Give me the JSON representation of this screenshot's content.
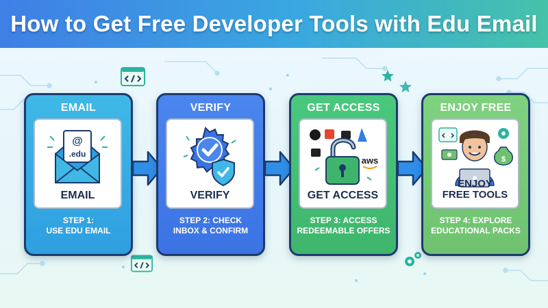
{
  "banner": {
    "title": "How to Get Free Developer Tools with Edu Email"
  },
  "steps": [
    {
      "title": "EMAIL",
      "panel_label": "EMAIL",
      "icon_text": ".edu",
      "step_line1": "STEP 1:",
      "step_line2": "USE EDU EMAIL",
      "color": "#2f9fe0"
    },
    {
      "title": "VERIFY",
      "panel_label": "VERIFY",
      "step_line1": "STEP 2: CHECK",
      "step_line2": "INBOX & CONFIRM",
      "color": "#3b73e3"
    },
    {
      "title": "GET ACCESS",
      "panel_label": "GET ACCESS",
      "logo_text": "aws",
      "step_line1": "STEP 3: ACCESS",
      "step_line2": "REDEEMABLE OFFERS",
      "color": "#3fb56c"
    },
    {
      "title": "ENJOY FREE",
      "panel_label_line1": "ENJOY",
      "panel_label_line2": "FREE TOOLS",
      "step_line1": "STEP 4: EXPLORE",
      "step_line2": "EDUCATIONAL PACKS",
      "color": "#6fc26f"
    }
  ],
  "colors": {
    "border": "#1c3a6b",
    "arrow": "#2f8fe8",
    "accent_teal": "#2bb3a0"
  },
  "icons": [
    "code-window-icon",
    "envelope-icon",
    "shield-check-icon",
    "padlock-icon",
    "developer-avatar-icon",
    "gear-icon",
    "money-bag-icon",
    "star-icon"
  ]
}
